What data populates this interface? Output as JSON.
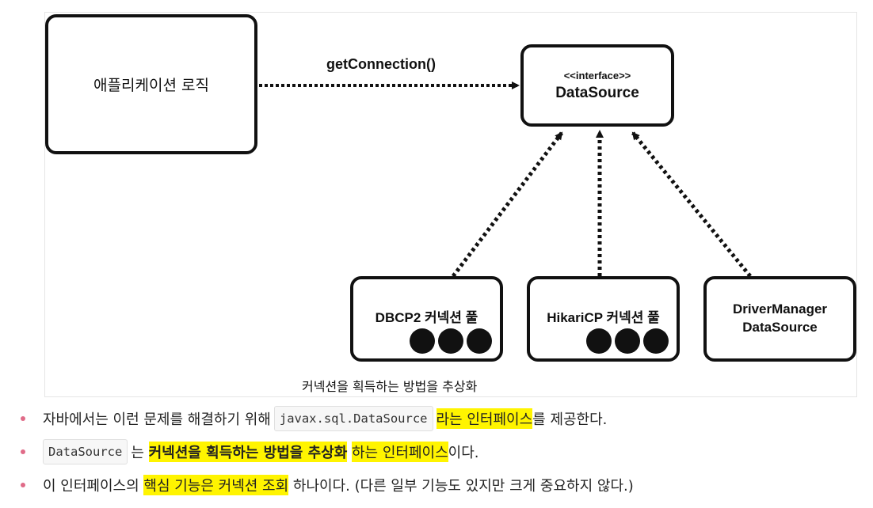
{
  "diagram": {
    "app_box": {
      "label": "애플리케이션 로직"
    },
    "call_label": "getConnection()",
    "datasource_box": {
      "stereotype": "<<interface>>",
      "name": "DataSource"
    },
    "implementations": [
      {
        "label": "DBCP2 커넥션 풀",
        "pool_dots": 3
      },
      {
        "label": "HikariCP 커넥션 풀",
        "pool_dots": 3
      },
      {
        "line1": "DriverManager",
        "line2": "DataSource"
      }
    ],
    "caption": "커넥션을 획득하는 방법을 추상화"
  },
  "bullets": [
    {
      "before": "자바에서는 이런 문제를 해결하기 위해",
      "code": "javax.sql.DataSource",
      "highlight": "라는 인터페이스",
      "after": "를 제공한다."
    },
    {
      "code": "DataSource",
      "before": "는",
      "highlight": "커넥션을 획득하는 방법을 추상화",
      "highlight2": "하는 인터페이스",
      "after": "이다."
    },
    {
      "before": "이 인터페이스의",
      "highlight": "핵심 기능은 커넥션 조회",
      "after": "하나이다. (다른 일부 기능도 있지만 크게 중요하지 않다.)"
    }
  ],
  "colors": {
    "highlight": "#fff400",
    "bullet": "#e06b88",
    "ink": "#111111"
  }
}
